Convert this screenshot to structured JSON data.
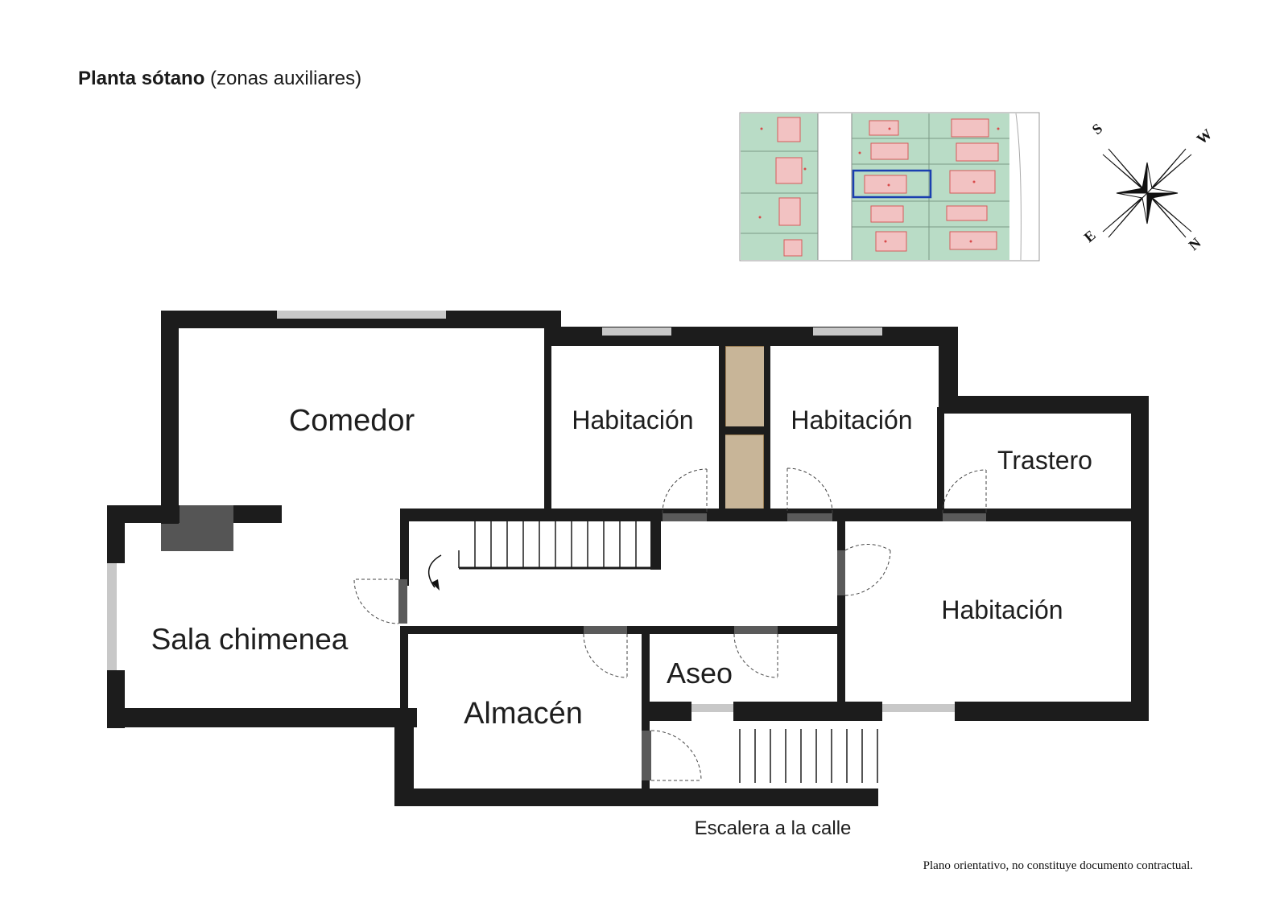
{
  "header": {
    "title_bold": "Planta sótano",
    "title_rest": "(zonas auxiliares)"
  },
  "rooms": {
    "comedor": "Comedor",
    "habitacion_1": "Habitación",
    "habitacion_2": "Habitación",
    "trastero": "Trastero",
    "habitacion_3": "Habitación",
    "sala_chimenea": "Sala chimenea",
    "aseo": "Aseo",
    "almacen": "Almacén"
  },
  "labels": {
    "street_stairs": "Escalera a la calle"
  },
  "compass": {
    "s": "S",
    "w": "W",
    "e": "E",
    "n": "N"
  },
  "footer": {
    "disclaimer": "Plano orientativo, no constituye documento contractual."
  },
  "colors": {
    "wall": "#1c1c1c",
    "window": "#c8c8c8",
    "door_frame": "#5a5a5a",
    "chimney": "#555555",
    "duct": "#c8b598",
    "map_green": "#b9dcc6",
    "map_building": "#f2c2c2",
    "map_highlight": "#1a3fb0"
  }
}
